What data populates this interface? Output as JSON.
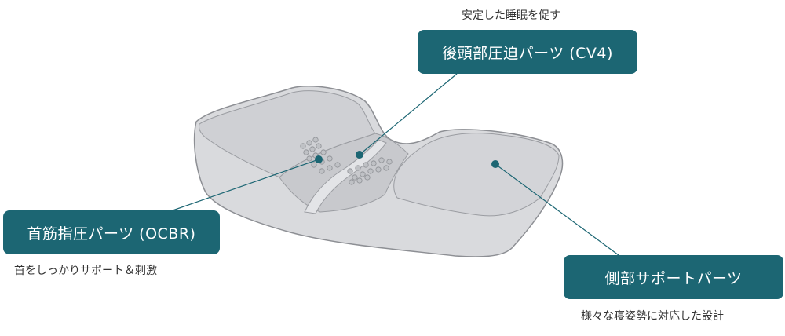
{
  "labels": {
    "cv4": {
      "title": "後頭部圧迫パーツ (CV4)",
      "caption": "安定した睡眠を促す"
    },
    "ocbr": {
      "title": "首筋指圧パーツ (OCBR)",
      "caption": "首をしっかりサポート＆刺激"
    },
    "side": {
      "title": "側部サポートパーツ",
      "caption": "様々な寝姿勢に対応した設計"
    }
  },
  "colors": {
    "badge": "#1c6673",
    "pillow_fill": "#d9dadd",
    "pillow_edge": "#8d8f94",
    "leader_line": "#1c6673"
  },
  "icons": [
    "pillow-illustration",
    "marker-dot"
  ]
}
